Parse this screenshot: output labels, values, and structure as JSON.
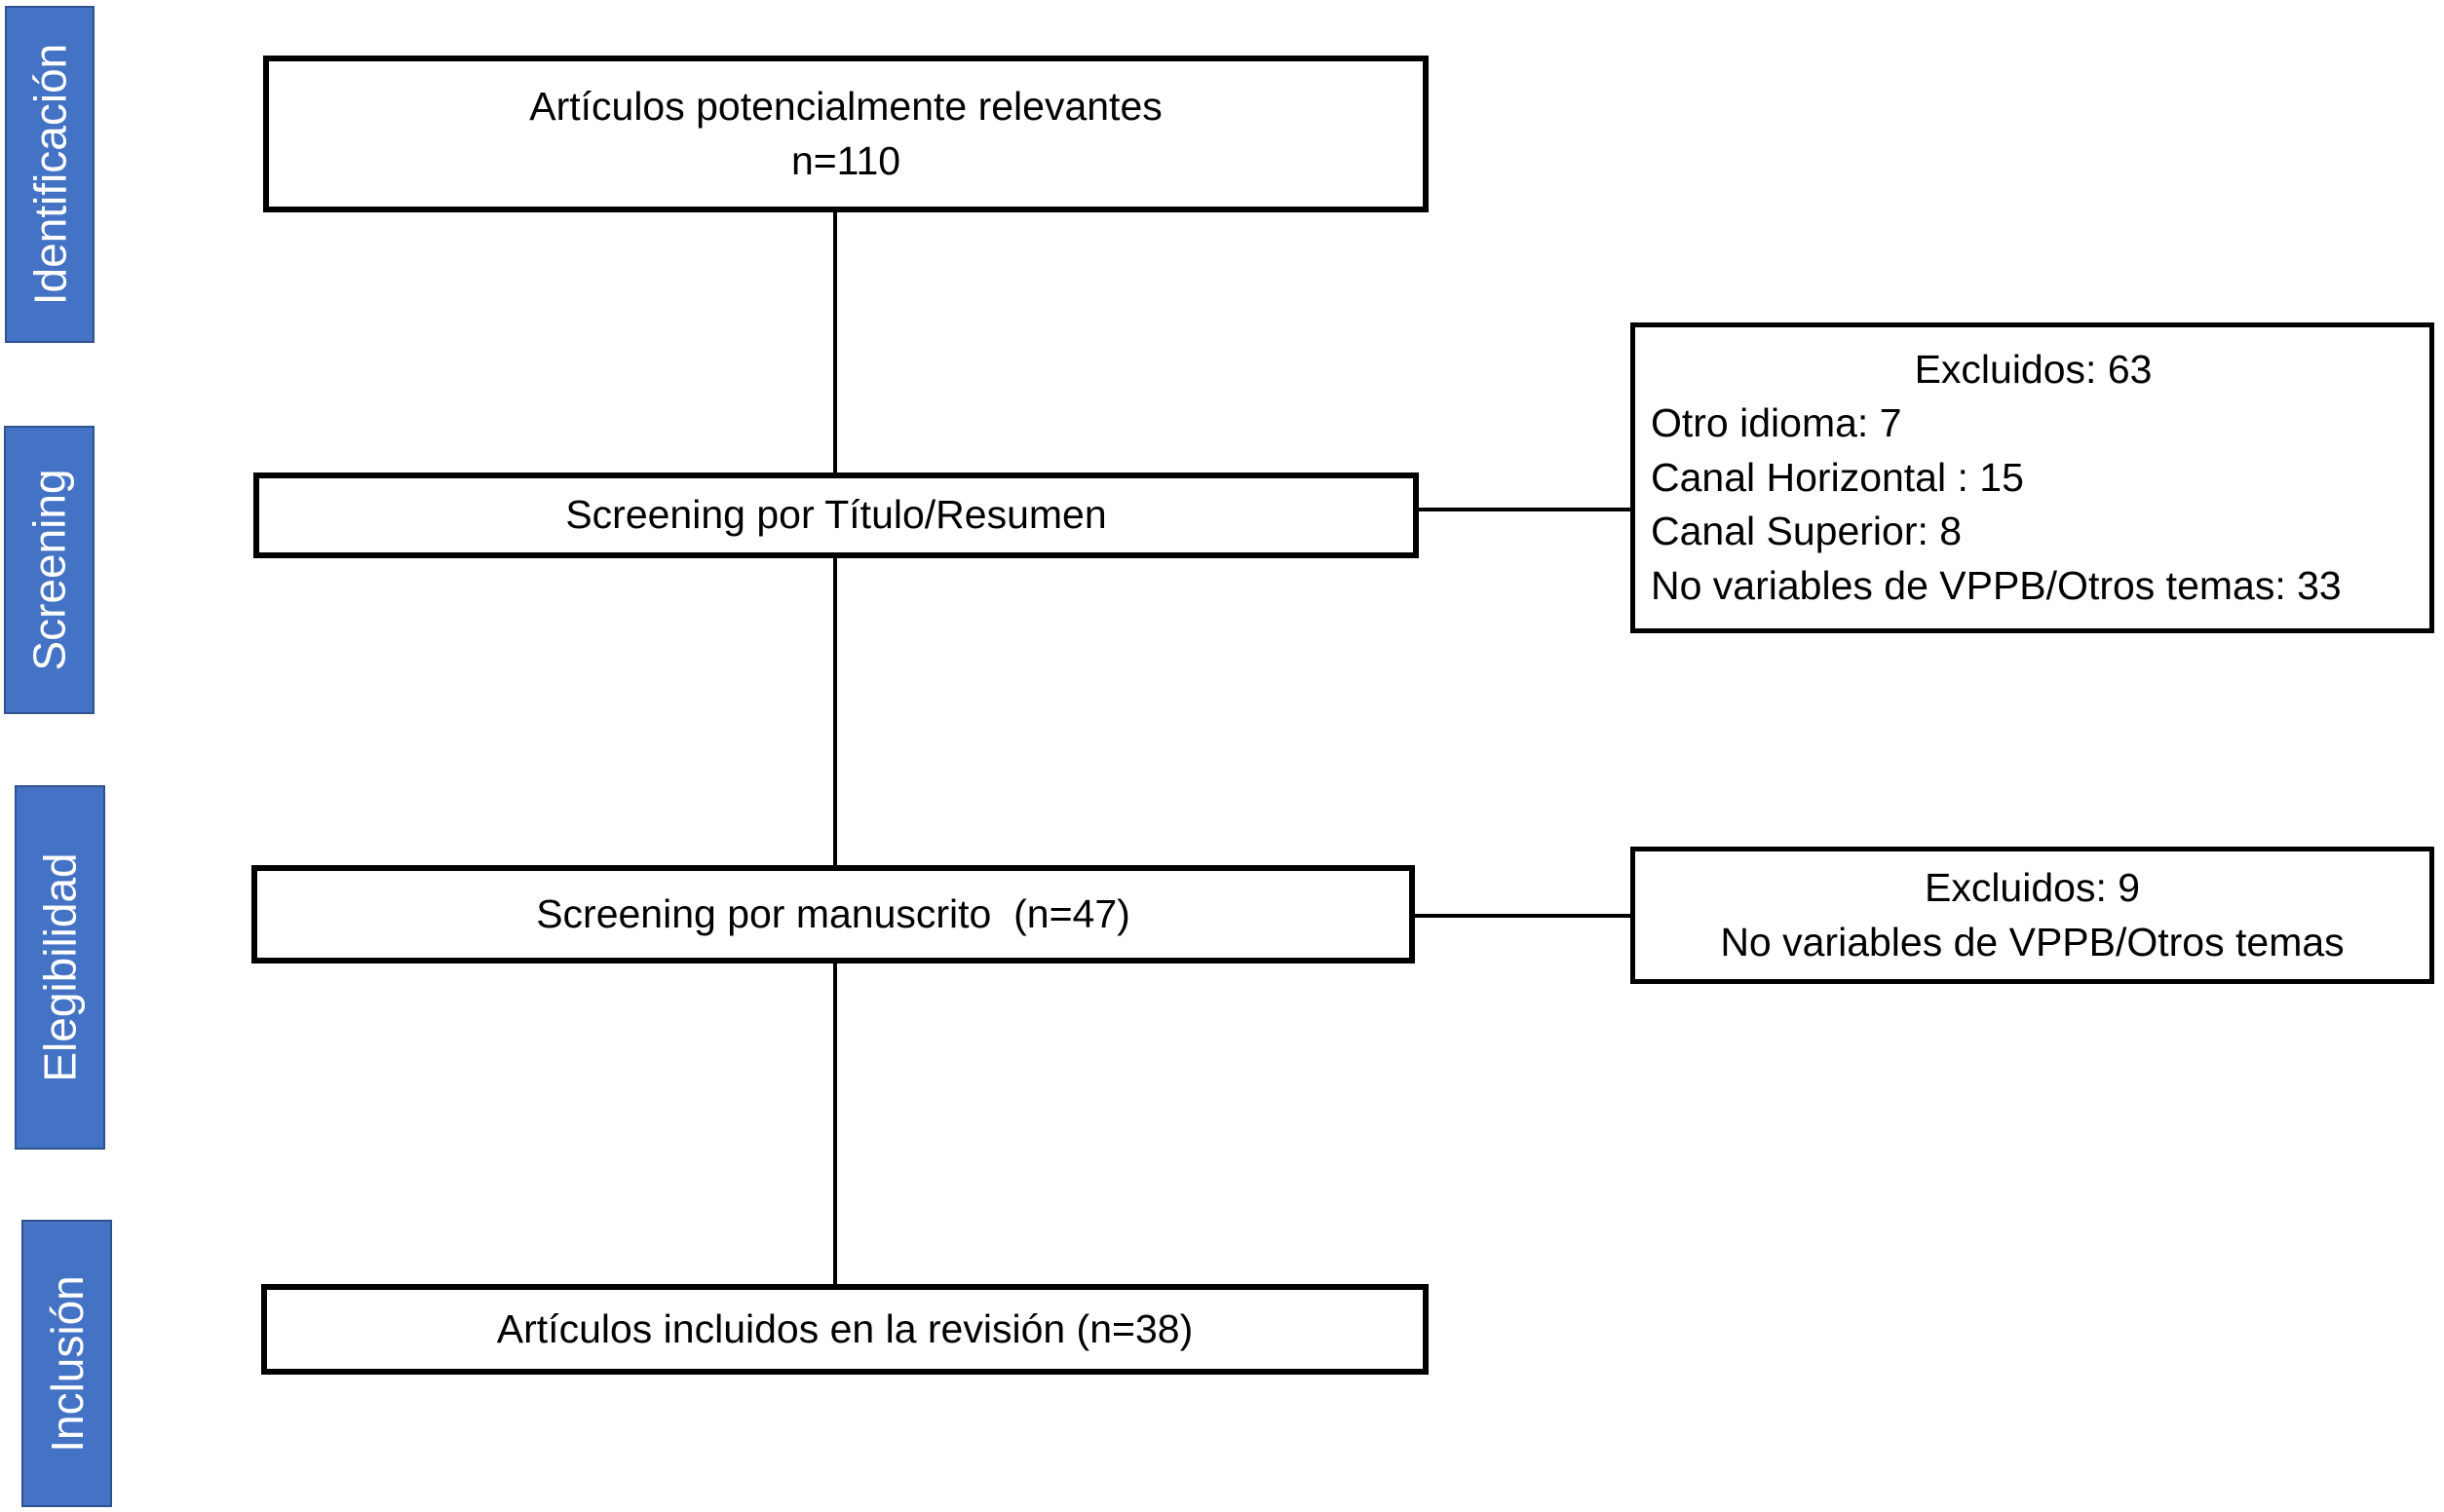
{
  "diagram": {
    "title": "PRISMA flow diagram",
    "accent_color": "#4472C4",
    "accent_border_color": "#2F528F",
    "box_border_color": "#000000",
    "box_fill_color": "#FFFFFF",
    "label_text_color": "#FFFFFF"
  },
  "stages": [
    {
      "id": "identificacion",
      "label": "Identificación"
    },
    {
      "id": "screening",
      "label": "Screening"
    },
    {
      "id": "elegibilidad",
      "label": "Elegibilidad"
    },
    {
      "id": "inclusion",
      "label": "Inclusión"
    }
  ],
  "boxes": {
    "identified": {
      "line1": "Artículos potencialmente relevantes",
      "line2": "n=110"
    },
    "screening_title_abstract": {
      "line1": "Screening por Título/Resumen"
    },
    "screening_manuscript": {
      "line1": "Screening por manuscrito  (n=47)"
    },
    "included": {
      "line1": "Artículos incluidos en la revisión (n=38)"
    }
  },
  "exclusions": {
    "after_title_abstract": {
      "heading": "Excluidos: 63",
      "reasons": [
        "Otro idioma: 7",
        "Canal Horizontal : 15",
        "Canal Superior: 8",
        "No variables de VPPB/Otros temas: 33"
      ]
    },
    "after_manuscript": {
      "heading": "Excluidos: 9",
      "reasons": [
        "No variables de VPPB/Otros temas"
      ]
    }
  },
  "counts": {
    "potentially_relevant": 110,
    "excluded_title_abstract_total": 63,
    "excluded_other_language": 7,
    "excluded_horizontal_canal": 15,
    "excluded_superior_canal": 8,
    "excluded_no_vppb_variables_title": 33,
    "screened_manuscripts": 47,
    "excluded_manuscript_total": 9,
    "included_in_review": 38
  }
}
